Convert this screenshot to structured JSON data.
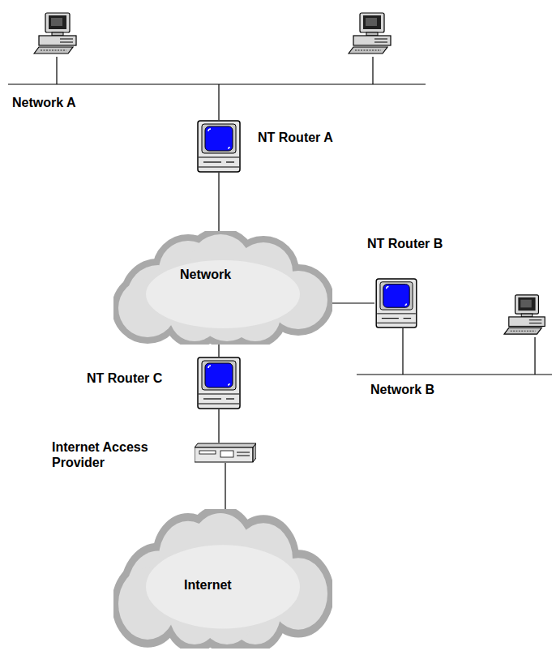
{
  "diagram": {
    "nodes": [
      {
        "text": [
          "NT Router A"
        ]
      },
      {
        "text": [
          "Network"
        ]
      },
      {
        "text": [
          "NT Router B"
        ]
      },
      {
        "text": [
          "NT Router C"
        ]
      },
      {
        "text": [
          "Internet Access Provider"
        ]
      },
      {
        "text": [
          "Internet"
        ]
      }
    ],
    "edges": [
      {
        "from": 0,
        "to": 1,
        "arrow": "none"
      },
      {
        "from": 1,
        "to": 2,
        "arrow": "none"
      },
      {
        "from": 1,
        "to": 3,
        "arrow": "none"
      },
      {
        "from": 3,
        "to": 4,
        "arrow": "none"
      },
      {
        "from": 4,
        "to": 5,
        "arrow": "none"
      }
    ],
    "labels": [
      "Network A",
      "Network B"
    ]
  }
}
